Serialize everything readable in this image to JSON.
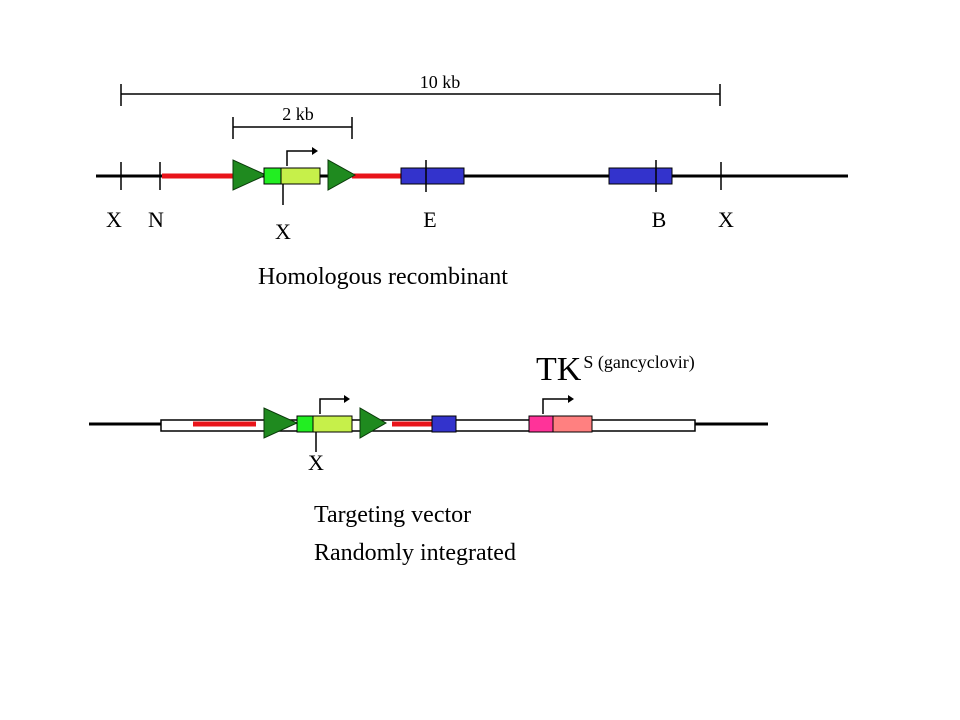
{
  "colors": {
    "chromosome": "#000000",
    "homology_arm": "#e8141a",
    "loxp": "#1f8a1f",
    "neo_promoter": "#22ee22",
    "neo_gene": "#c6f04a",
    "exon": "#3333cc",
    "tk_promoter": "#ff3399",
    "tk_gene": "#ff8080",
    "vector_backbone": "#ffffff"
  },
  "homologous": {
    "scale_10kb": "10 kb",
    "scale_2kb": "2 kb",
    "site_x_left": "X",
    "site_n": "N",
    "site_x_mid": "X",
    "site_e": "E",
    "site_b": "B",
    "site_x_right": "X",
    "caption": "Homologous recombinant"
  },
  "vector": {
    "tk_label": "TK",
    "tk_superscript": "S (gancyclovir)",
    "site_x": "X",
    "caption_line1": "Targeting vector",
    "caption_line2": "Randomly integrated"
  }
}
